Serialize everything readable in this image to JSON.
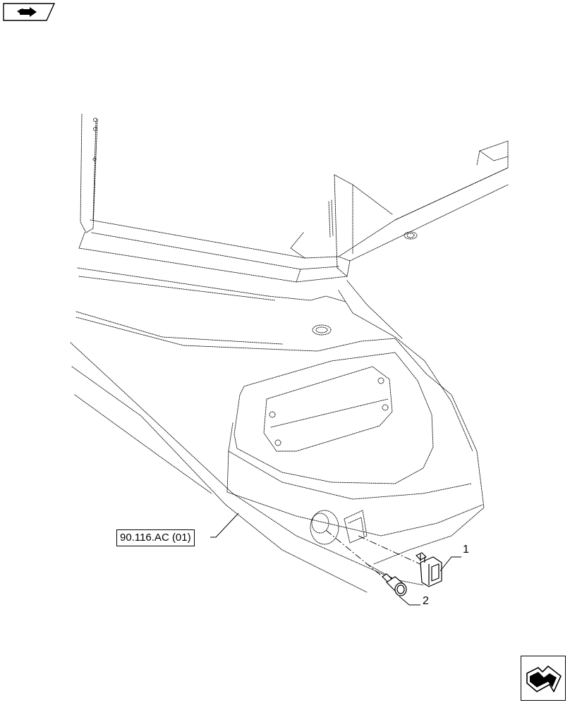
{
  "reference_label": "90.116.AC (01)",
  "callouts": {
    "item_1": "1",
    "item_2": "2"
  },
  "icons": {
    "top_left": "view-direction-icon",
    "bottom_right": "next-page-arrow-icon"
  }
}
